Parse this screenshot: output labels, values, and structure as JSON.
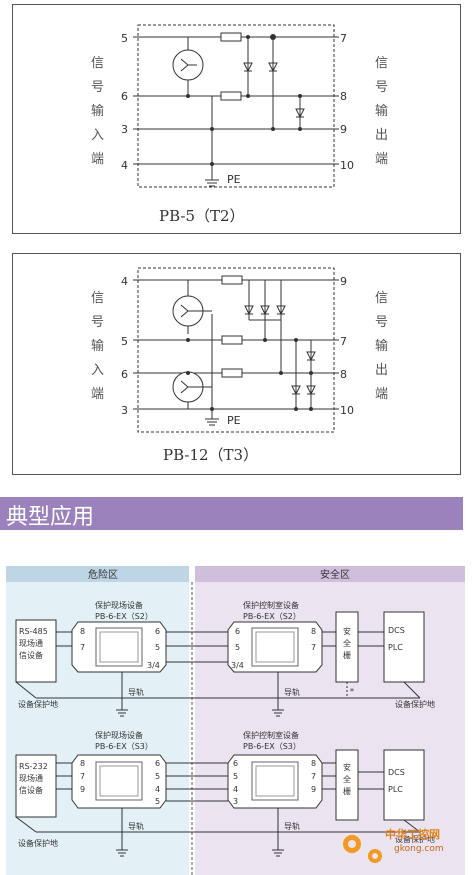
{
  "diagram1": {
    "left_label": [
      "信",
      "号",
      "输",
      "入",
      "端"
    ],
    "right_label": [
      "信",
      "号",
      "输",
      "出",
      "端"
    ],
    "left_pins": [
      "5",
      "6",
      "3",
      "4"
    ],
    "right_pins": [
      "7",
      "8",
      "9",
      "10"
    ],
    "pe": "PE",
    "caption": "PB-5（T2）"
  },
  "diagram2": {
    "left_label": [
      "信",
      "号",
      "输",
      "入",
      "端"
    ],
    "right_label": [
      "信",
      "号",
      "输",
      "出",
      "端"
    ],
    "left_pins": [
      "4",
      "5",
      "6",
      "3"
    ],
    "right_pins": [
      "9",
      "7",
      "8",
      "10"
    ],
    "pe": "PE",
    "caption": "PB-12（T3）"
  },
  "section_title": "典型应用",
  "application": {
    "zone_danger": "危险区",
    "zone_safe": "安全区",
    "row1": {
      "field_device": [
        "RS-485",
        "现场通",
        "信设备"
      ],
      "field_protector_title": "保护现场设备",
      "field_protector_model": "PB-6-EX（S2）",
      "field_pins_left": [
        "8",
        "7"
      ],
      "field_pins_right": [
        "6",
        "5",
        "3/4"
      ],
      "ctrl_protector_title": "保护控制室设备",
      "ctrl_protector_model": "PB-6-EX（S2）",
      "ctrl_pins_left": [
        "6",
        "5",
        "3/4"
      ],
      "ctrl_pins_right": [
        "8",
        "7"
      ],
      "barrier": [
        "安",
        "全",
        "栅"
      ],
      "dcs": "DCS",
      "plc": "PLC",
      "rail": "导轨",
      "rail2": "导轨",
      "ground_left": "设备保护地",
      "ground_right": "设备保护地",
      "note": "*"
    },
    "row2": {
      "field_device": [
        "RS-232",
        "现场通",
        "信设备"
      ],
      "field_protector_title": "保护现场设备",
      "field_protector_model": "PB-6-EX（S3）",
      "field_pins_left": [
        "8",
        "7",
        "9"
      ],
      "field_pins_right": [
        "6",
        "5",
        "4",
        "5"
      ],
      "ctrl_protector_title": "保护控制室设备",
      "ctrl_protector_model": "PB-6-EX（S3）",
      "ctrl_pins_left": [
        "6",
        "5",
        "4",
        "3"
      ],
      "ctrl_pins_right": [
        "8",
        "7",
        "9"
      ],
      "barrier": [
        "安",
        "全",
        "栅"
      ],
      "dcs": "DCS",
      "plc": "PLC",
      "rail": "导轨",
      "rail2": "导轨",
      "ground_left": "设备保护地",
      "ground_right": "设备保护地"
    },
    "watermark": "中华工控网",
    "watermark_url": "gkong.com"
  }
}
